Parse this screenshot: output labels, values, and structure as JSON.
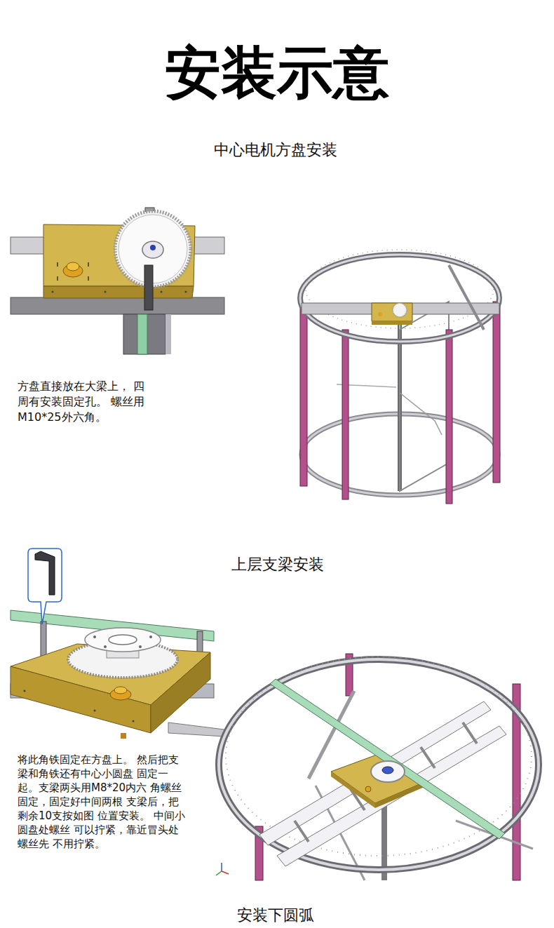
{
  "diagram": {
    "title": "安装示意",
    "labels": [
      "中心电机方盘安装",
      "方盘直接放在大梁上， 四周有安装固定孔。 螺丝用M10*25外六角。",
      "上层支梁安装",
      "将此角铁固定在方盘上。 然后把支梁和角铁还有中心小圆盘 固定一起。支梁两头用M8*20内六 角螺丝固定，固定好中间两根 支梁后，把剩余10支按如图 位置安装。 中间小圆盘处螺丝 可以拧紧，靠近冒头处螺丝先 不用拧紧。",
      "安装下圆弧"
    ]
  }
}
